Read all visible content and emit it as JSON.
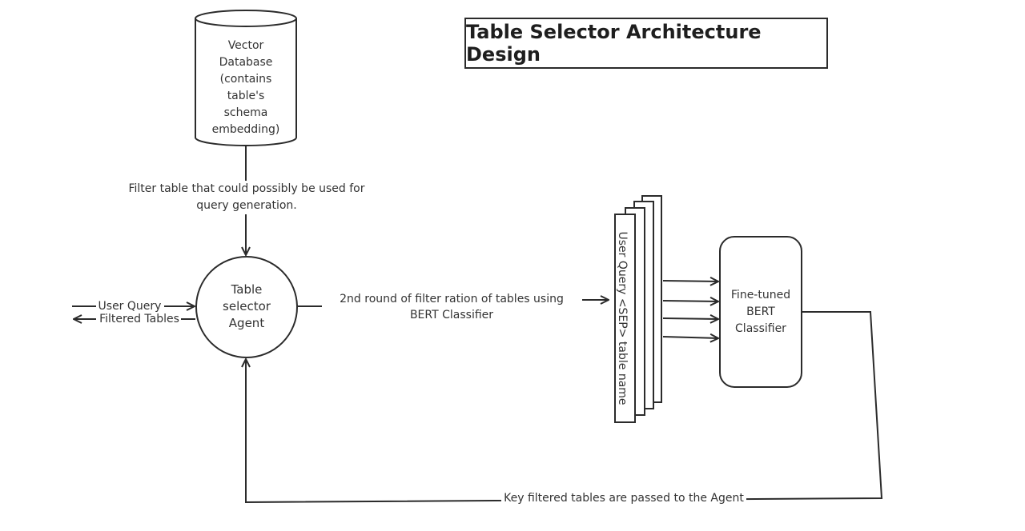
{
  "title": "Table Selector Architecture Design",
  "nodes": {
    "vector_db": "Vector Database (contains table's schema embedding)",
    "agent": "Table selector Agent",
    "bert": "Fine-tuned BERT Classifier",
    "stack_card": "User Query <SEP> table name"
  },
  "edge_labels": {
    "db_to_agent": "Filter table that could possibly be used for query generation.",
    "agent_to_stack": "2nd round of filter ration of tables using BERT Classifier",
    "bert_to_agent": "Key filtered tables are passed to the Agent",
    "input": "User Query",
    "output": "Filtered Tables"
  }
}
